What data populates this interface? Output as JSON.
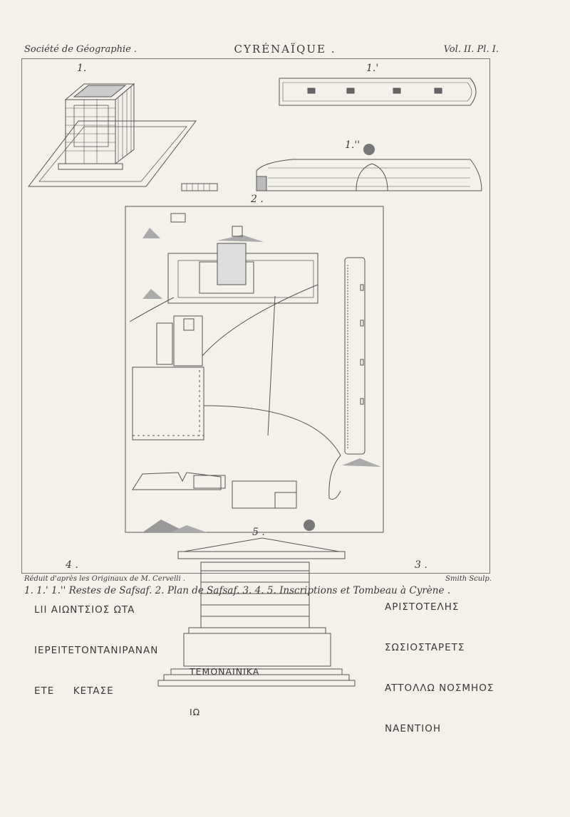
{
  "header": {
    "left": "Société de Géographie .",
    "center": "CYRÉNAÏQUE .",
    "right": "Vol. II. Pl. I."
  },
  "figures": {
    "f1": "1.",
    "f1a": "1.'",
    "f1b": "1.''",
    "f2": "2 .",
    "f3": "3 .",
    "f4": "4 .",
    "f5": "5 ."
  },
  "inscription_4": [
    "LII AIΩNTΣIOΣ ΩTA",
    "IEPEITETONTANIPANAN",
    "ETE     KETAΣE"
  ],
  "inscription_3": [
    "APIΣTOTEΛHΣ",
    "ΣΩΣIOΣTAPETΣ",
    "ATTOΛΛΩ NOΣMHOΣ",
    "NAENTIOH"
  ],
  "inscription_5": [
    "TEMONAINIKA",
    "IΩ"
  ],
  "credits": {
    "left": "Réduit d'après les Originaux de M. Cervelli .",
    "right": "Smith  Sculp."
  },
  "caption": "1. 1.' 1.'' Restes de Safsaf.  2. Plan de Safsaf.  3. 4. 5. Inscriptions et Tombeau à Cyrène ."
}
